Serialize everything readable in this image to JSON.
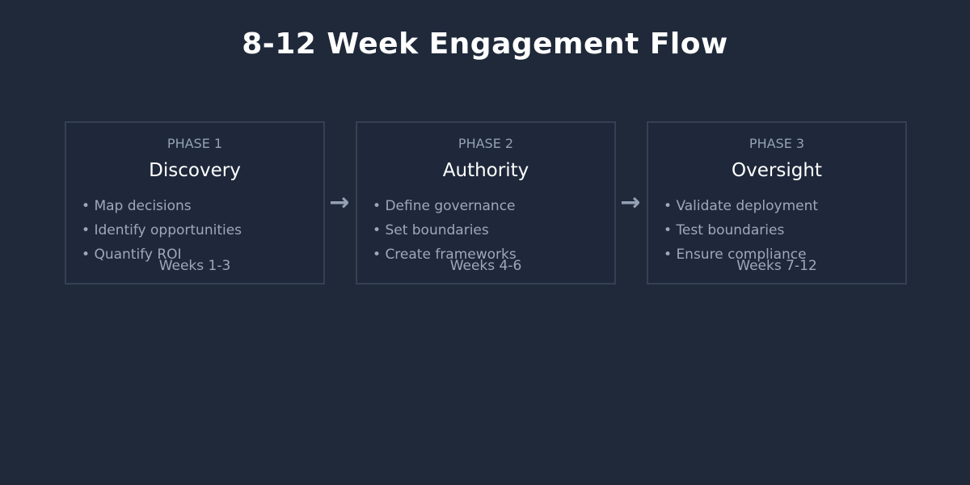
{
  "title": "8-12 Week Engagement Flow",
  "phases": [
    {
      "label": "PHASE 1",
      "name": "Discovery",
      "items": [
        "Map decisions",
        "Identify opportunities",
        "Quantify ROI"
      ],
      "weeks": "Weeks 1-3"
    },
    {
      "label": "PHASE 2",
      "name": "Authority",
      "items": [
        "Define governance",
        "Set boundaries",
        "Create frameworks"
      ],
      "weeks": "Weeks 4-6"
    },
    {
      "label": "PHASE 3",
      "name": "Oversight",
      "items": [
        "Validate deployment",
        "Test boundaries",
        "Ensure compliance"
      ],
      "weeks": "Weeks 7-12"
    }
  ],
  "connector_icon": "arrow-right-icon",
  "colors": {
    "background": "#1f293a",
    "box_border": "#354152",
    "title_text": "#ffffff",
    "muted_text": "#9fa8b8"
  }
}
